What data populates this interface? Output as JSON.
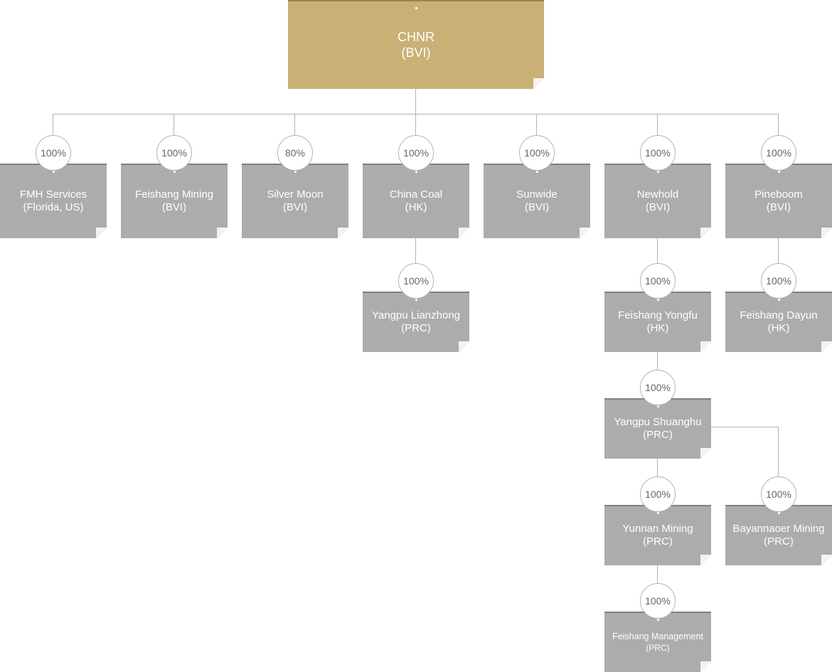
{
  "colors": {
    "root": "#c9b075",
    "node": "#acacac",
    "line": "#b3b3b3",
    "circle_text": "#666666"
  },
  "entities": [
    {
      "id": "chnr",
      "name": "CHNR",
      "jurisdiction": "(BVI)",
      "parent": null,
      "ownership": null
    },
    {
      "id": "fmh-services",
      "name": "FMH Services",
      "jurisdiction": "(Florida, US)",
      "parent": "chnr",
      "ownership": "100%"
    },
    {
      "id": "feishang-mining",
      "name": "Feishang Mining",
      "jurisdiction": "(BVI)",
      "parent": "chnr",
      "ownership": "100%"
    },
    {
      "id": "silver-moon",
      "name": "Silver Moon",
      "jurisdiction": "(BVI)",
      "parent": "chnr",
      "ownership": "80%"
    },
    {
      "id": "china-coal",
      "name": "China Coal",
      "jurisdiction": "(HK)",
      "parent": "chnr",
      "ownership": "100%"
    },
    {
      "id": "sunwide",
      "name": "Sunwide",
      "jurisdiction": "(BVI)",
      "parent": "chnr",
      "ownership": "100%"
    },
    {
      "id": "newhold",
      "name": "Newhold",
      "jurisdiction": "(BVI)",
      "parent": "chnr",
      "ownership": "100%"
    },
    {
      "id": "pineboom",
      "name": "Pineboom",
      "jurisdiction": "(BVI)",
      "parent": "chnr",
      "ownership": "100%"
    },
    {
      "id": "yangpu-lianzhong",
      "name": "Yangpu Lianzhong",
      "jurisdiction": "(PRC)",
      "parent": "china-coal",
      "ownership": "100%"
    },
    {
      "id": "feishang-yongfu",
      "name": "Feishang Yongfu",
      "jurisdiction": "(HK)",
      "parent": "newhold",
      "ownership": "100%"
    },
    {
      "id": "feishang-dayun",
      "name": "Feishang Dayun",
      "jurisdiction": "(HK)",
      "parent": "pineboom",
      "ownership": "100%"
    },
    {
      "id": "yangpu-shuanghu",
      "name": "Yangpu Shuanghu",
      "jurisdiction": "(PRC)",
      "parent": "feishang-yongfu",
      "ownership": "100%"
    },
    {
      "id": "yunnan-mining",
      "name": "Yunnan Mining",
      "jurisdiction": "(PRC)",
      "parent": "yangpu-shuanghu",
      "ownership": "100%"
    },
    {
      "id": "bayannaoer-mining",
      "name": "Bayannaoer Mining",
      "jurisdiction": "(PRC)",
      "parent": "yangpu-shuanghu",
      "ownership": "100%"
    },
    {
      "id": "feishang-management",
      "name": "Feishang Management",
      "jurisdiction": "(PRC)",
      "parent": "yunnan-mining",
      "ownership": "100%"
    }
  ]
}
